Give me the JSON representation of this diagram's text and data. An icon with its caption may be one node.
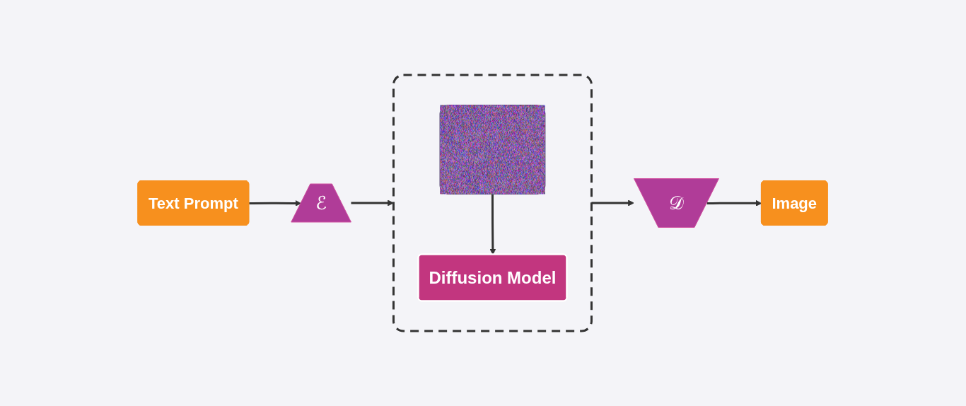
{
  "diagram": {
    "nodes": [
      {
        "text": [
          "Text Prompt"
        ]
      },
      {
        "text": [
          "ℰ"
        ]
      },
      {
        "text": [],
        "shape": "box"
      },
      {
        "text": [],
        "shape": "box",
        "in": 2
      },
      {
        "text": [
          "Diffusion Model"
        ],
        "in": 2
      },
      {
        "text": [
          "𝒟"
        ]
      },
      {
        "text": [
          "Image"
        ]
      }
    ],
    "edges": [
      {
        "from": 0,
        "to": 1,
        "arrow": "to"
      },
      {
        "from": 1,
        "to": 2,
        "arrow": "to"
      },
      {
        "from": 3,
        "to": 4,
        "arrow": "to"
      },
      {
        "from": 2,
        "to": 5,
        "arrow": "to"
      },
      {
        "from": 5,
        "to": 6,
        "arrow": "to"
      }
    ]
  }
}
